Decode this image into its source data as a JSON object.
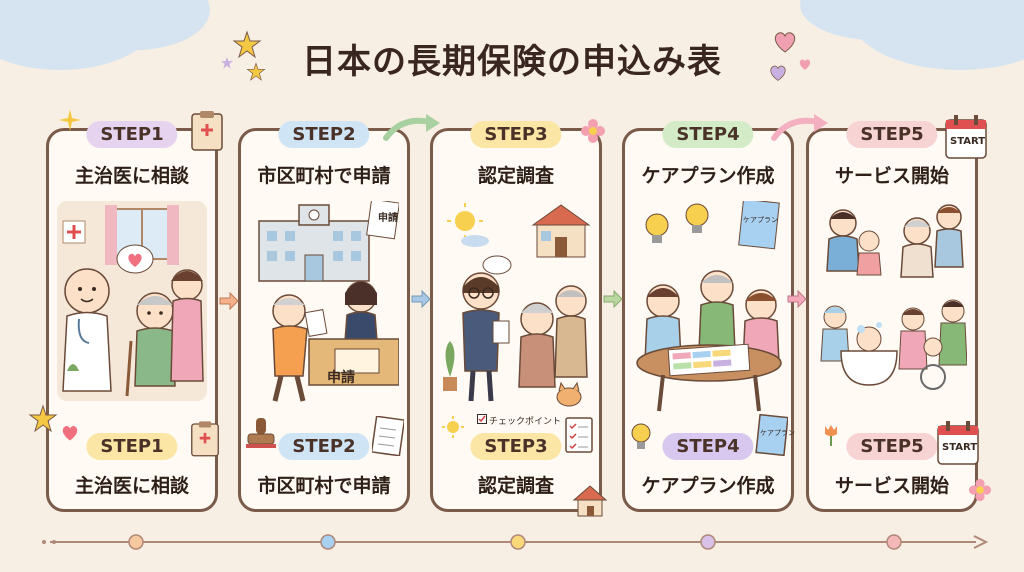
{
  "title": "日本の長期保険の申込み表",
  "steps": [
    {
      "label": "STEP1",
      "title": "主治医に相談",
      "color": "#e6d3f0"
    },
    {
      "label": "STEP2",
      "title": "市区町村で申請",
      "color": "#cfe4f5"
    },
    {
      "label": "STEP3",
      "title": "認定調査",
      "color": "#fbe6a6"
    },
    {
      "label": "STEP4",
      "title": "ケアプラン作成",
      "color": "#d3ebc7"
    },
    {
      "label": "STEP5",
      "title": "サービス開始",
      "color": "#f8d3d3"
    }
  ],
  "step1_bottom_label": "STEP1",
  "step2_bottom_label": "STEP2",
  "step3_bottom_label": "STEP3",
  "step4_bottom_label": "STEP4",
  "step5_bottom_label": "STEP5",
  "labels": {
    "shinsei_sign": "申請",
    "shinsei_doc": "申請",
    "checkpoint": "チェックポイント",
    "careplan_book": "ケアプラン",
    "start_cal": "START",
    "start_cal2": "START"
  },
  "colors": {
    "border": "#7a5a48",
    "arrow": "#f4a88e",
    "background": "#f8efe4"
  }
}
